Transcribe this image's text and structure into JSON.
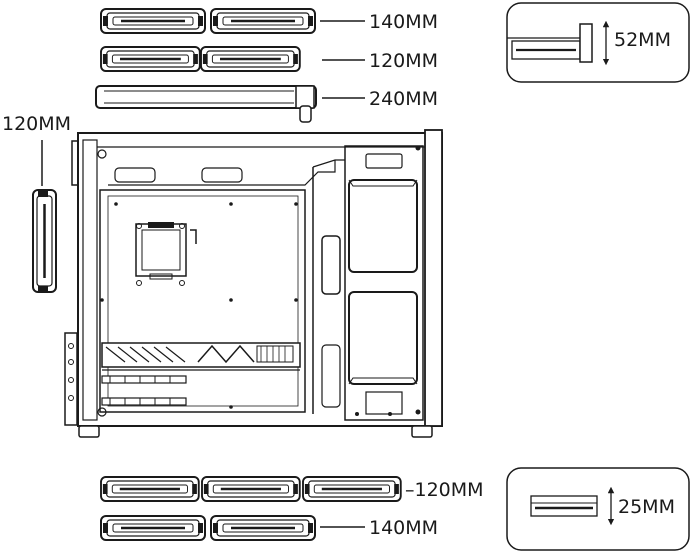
{
  "top_fans": {
    "row_140": "140MM",
    "row_120": "120MM",
    "radiator_240": "240MM"
  },
  "side_fan": {
    "label": "120MM"
  },
  "cooler_height": {
    "label": "52MM"
  },
  "bottom_fans": {
    "row_120": "–120MM",
    "row_140": "140MM"
  },
  "gpu_clearance": {
    "label": "25MM"
  },
  "colors": {
    "line": "#1a1a1a",
    "background": "#ffffff"
  }
}
